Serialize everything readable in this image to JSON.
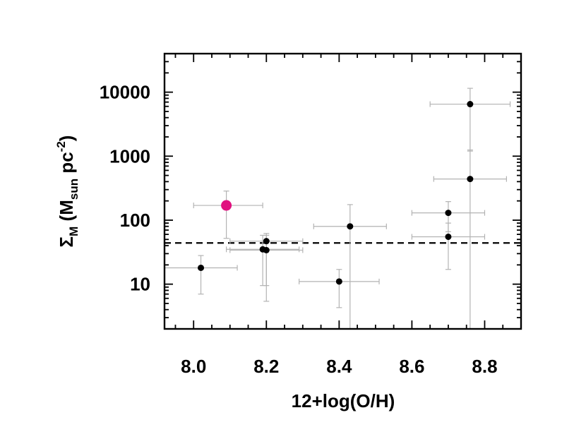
{
  "chart_data": {
    "type": "scatter",
    "xlabel": "12+log(O/H)",
    "ylabel": {
      "main": "Σ",
      "main_sub": "M",
      "paren_open": " (M",
      "sub": "sun",
      "mid": " pc",
      "sup": "-2",
      "paren_close": ")"
    },
    "x_range": [
      7.92,
      8.9
    ],
    "y_range": [
      2,
      40000
    ],
    "y_scale": "log",
    "x_ticks": [
      "8.0",
      "8.2",
      "8.4",
      "8.6",
      "8.8"
    ],
    "y_ticks": [
      "10",
      "100",
      "1000",
      "10000"
    ],
    "grid": false,
    "reference_line": {
      "y": 44,
      "style": "dashed",
      "color": "#000000"
    },
    "colors": {
      "point": "#000000",
      "highlight": "#e0117f",
      "errorbar": "#b3b3b3"
    },
    "points": [
      {
        "x": 8.02,
        "y": 18,
        "xerr": [
          0.1,
          0.1
        ],
        "yerr": [
          7,
          28
        ]
      },
      {
        "x": 8.09,
        "y": 170,
        "xerr": [
          0.09,
          0.1
        ],
        "yerr": [
          52,
          285
        ],
        "highlight": true
      },
      {
        "x": 8.19,
        "y": 35,
        "xerr": [
          0.1,
          0.1
        ],
        "yerr": [
          9.5,
          58
        ]
      },
      {
        "x": 8.2,
        "y": 47,
        "xerr": [
          0.1,
          0.1
        ],
        "yerr": [
          9.5,
          62
        ]
      },
      {
        "x": 8.2,
        "y": 34,
        "xerr": [
          0.1,
          0.1
        ],
        "yerr": [
          5.4,
          58
        ]
      },
      {
        "x": 8.4,
        "y": 11,
        "xerr": [
          0.11,
          0.11
        ],
        "yerr": [
          4.3,
          17
        ]
      },
      {
        "x": 8.43,
        "y": 80,
        "xerr": [
          0.1,
          0.1
        ],
        "yerr": [
          2,
          175
        ]
      },
      {
        "x": 8.7,
        "y": 55,
        "xerr": [
          0.1,
          0.1
        ],
        "yerr": [
          17,
          90
        ]
      },
      {
        "x": 8.7,
        "y": 130,
        "xerr": [
          0.1,
          0.1
        ],
        "yerr": [
          66,
          195
        ]
      },
      {
        "x": 8.76,
        "y": 440,
        "xerr": [
          0.1,
          0.1
        ],
        "yerr": [
          2,
          1250
        ]
      },
      {
        "x": 8.76,
        "y": 6500,
        "xerr": [
          0.11,
          0.11
        ],
        "yerr": [
          1200,
          11500
        ]
      }
    ]
  }
}
